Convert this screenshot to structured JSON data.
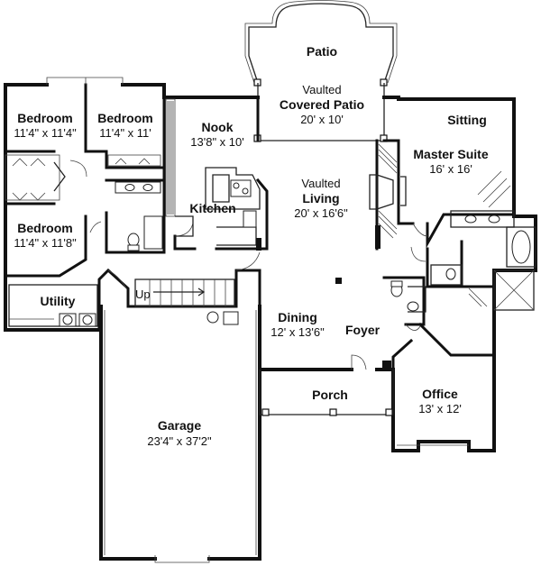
{
  "plan": {
    "rooms": {
      "patio": {
        "name": "Patio"
      },
      "covered_patio": {
        "qualifier": "Vaulted",
        "name": "Covered Patio",
        "size": "20' x 10'"
      },
      "sitting": {
        "name": "Sitting"
      },
      "master_suite": {
        "name": "Master Suite",
        "size": "16' x 16'"
      },
      "nook": {
        "name": "Nook",
        "size": "13'8\" x 10'"
      },
      "living": {
        "qualifier": "Vaulted",
        "name": "Living",
        "size": "20' x 16'6\""
      },
      "kitchen": {
        "name": "Kitchen"
      },
      "bedroom_1": {
        "name": "Bedroom",
        "size": "11'4\" x 11'4\""
      },
      "bedroom_2": {
        "name": "Bedroom",
        "size": "11'4\" x 11'"
      },
      "bedroom_3": {
        "name": "Bedroom",
        "size": "11'4\" x 11'8\""
      },
      "utility": {
        "name": "Utility"
      },
      "stair": {
        "label": "Up"
      },
      "dining": {
        "name": "Dining",
        "size": "12' x 13'6\""
      },
      "foyer": {
        "name": "Foyer"
      },
      "porch": {
        "name": "Porch"
      },
      "office": {
        "name": "Office",
        "size": "13' x 12'"
      },
      "garage": {
        "name": "Garage",
        "size": "23'4\" x 37'2\""
      }
    }
  }
}
